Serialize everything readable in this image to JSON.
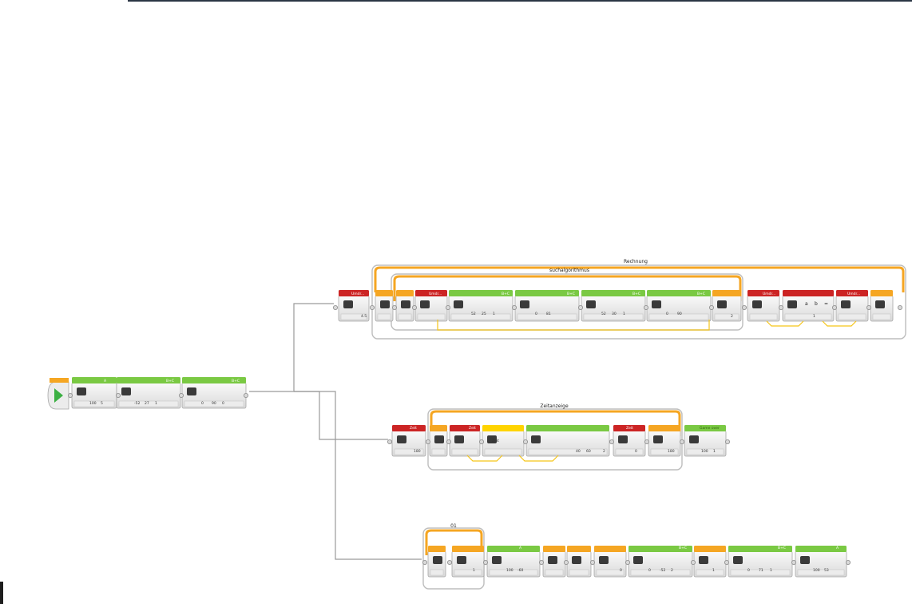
{
  "loops": {
    "rechnung": "Rechnung",
    "suchalgorithmus": "suchalgorithmus",
    "zeitanzeige": "Zeitanzeige",
    "l01": "01"
  },
  "start_row": {
    "motor_ports": "B+C",
    "b1_values": [
      "100",
      "5"
    ],
    "b2_values": [
      "-52",
      "27",
      "1"
    ],
    "b3_values": [
      "0",
      "90",
      "0"
    ]
  },
  "rechnung_row": {
    "var_name": "Umdr...",
    "var_value": "4.5",
    "mult_value": "2",
    "motor_ports": "B+C",
    "m1_values": [
      "52",
      "25",
      "1"
    ],
    "m2_values": [
      "0",
      "81"
    ],
    "m3_values": [
      "52",
      "30",
      "1"
    ],
    "m4_values": [
      "0",
      "90"
    ],
    "math_labels": [
      "a",
      "b",
      "="
    ],
    "math_b_value": "1"
  },
  "zeit_row": {
    "var_zeit": "Zeit",
    "var_value": "180",
    "yellow_label": "Zeit",
    "display_values": [
      "40",
      "60",
      "2"
    ],
    "timer_value": "180",
    "sound_label": "Game over",
    "sound_values": [
      "100",
      "1"
    ],
    "compare_value": "0"
  },
  "bottom_row": {
    "a_port": "A",
    "a_values": [
      "100",
      "-60"
    ],
    "motor_ports": "B+C",
    "d1_values": [
      "0",
      "-52",
      "2"
    ],
    "d2_values": [
      "0",
      "71",
      "1"
    ],
    "last_values": [
      "100",
      "53"
    ],
    "red_values": [
      "1"
    ],
    "timer_labels": [
      "0",
      "1"
    ]
  }
}
